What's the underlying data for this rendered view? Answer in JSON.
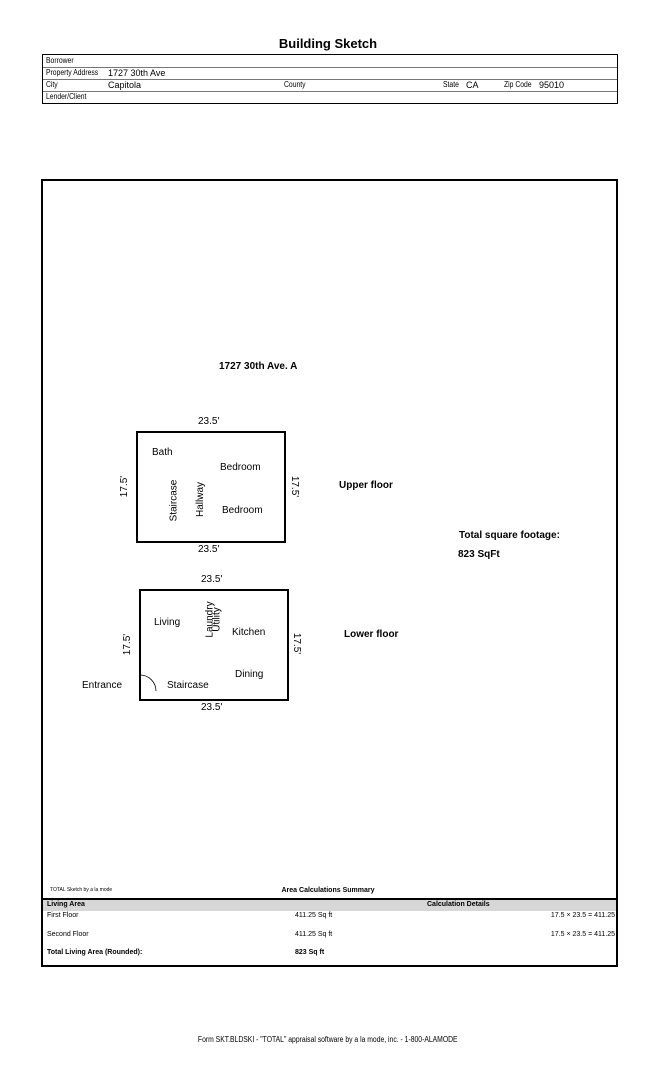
{
  "header": {
    "title": "Building Sketch",
    "borrower_label": "Borrower",
    "borrower_value": "",
    "address_label": "Property Address",
    "address_value": "1727 30th Ave",
    "city_label": "City",
    "city_value": "Capitola",
    "county_label": "County",
    "county_value": "",
    "state_label": "State",
    "state_value": "CA",
    "zip_label": "Zip Code",
    "zip_value": "95010",
    "lender_label": "Lender/Client",
    "lender_value": ""
  },
  "sketch": {
    "property_label": "1727 30th Ave. A",
    "upper": {
      "top_dim": "23.5'",
      "bottom_dim": "23.5'",
      "left_dim": "17.5'",
      "right_dim": "17.5'",
      "rooms": [
        "Bath",
        "Bedroom",
        "Staircase",
        "Hallway",
        "Bedroom"
      ],
      "floor_label": "Upper floor"
    },
    "lower": {
      "top_dim": "23.5'",
      "bottom_dim": "23.5'",
      "left_dim": "17.5'",
      "right_dim": "17.5'",
      "rooms": [
        "Living",
        "Laundry",
        "Utility",
        "Kitchen",
        "Dining",
        "Staircase"
      ],
      "entrance_label": "Entrance",
      "floor_label": "Lower floor"
    },
    "total_label": "Total square footage:",
    "total_value": "823 SqFt"
  },
  "summary": {
    "credit": "TOTAL Sketch by a la mode",
    "title": "Area Calculations Summary",
    "col_area": "Living Area",
    "col_details": "Calculation Details",
    "rows": [
      {
        "name": "First Floor",
        "area": "411.25 Sq ft",
        "calc": "17.5 × 23.5 = 411.25"
      },
      {
        "name": "Second Floor",
        "area": "411.25 Sq ft",
        "calc": "17.5 × 23.5 = 411.25"
      }
    ],
    "total_name": "Total Living Area (Rounded):",
    "total_area": "823 Sq ft"
  },
  "footer": "Form SKT.BLDSKI - \"TOTAL\" appraisal software by a la mode, inc. - 1-800-ALAMODE"
}
